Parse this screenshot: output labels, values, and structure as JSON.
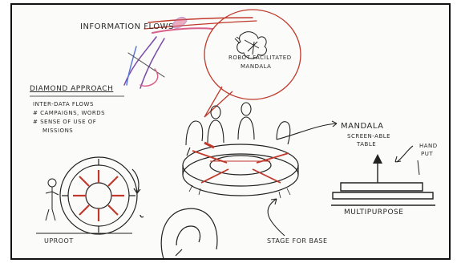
{
  "notes": {
    "top_label": "INFORMATION FLOWS",
    "bubble_line1": "ROBOT FACILITATED",
    "bubble_line2": "MANDALA",
    "left_heading": "DIAMOND APPROACH",
    "left_line1": "INTER-DATA FLOWS",
    "left_line2": "# CAMPAIGNS, WORDS",
    "left_line3": "# SENSE OF USE OF",
    "left_line4": "MISSIONS",
    "right_heading": "MANDALA",
    "right_sub1": "SCREEN-ABLE",
    "right_sub2": "TABLE",
    "small_right": "HAND",
    "small_right2": "PUT",
    "platform_label": "MULTIPURPOSE",
    "bottom_left": "UPROOT",
    "bottom_mid": "STAGE FOR BASE"
  },
  "colors": {
    "ink": "#222222",
    "red": "#c0392b",
    "pink": "#d9608a",
    "purple": "#7a4aa8",
    "blue": "#5a7bd8"
  }
}
